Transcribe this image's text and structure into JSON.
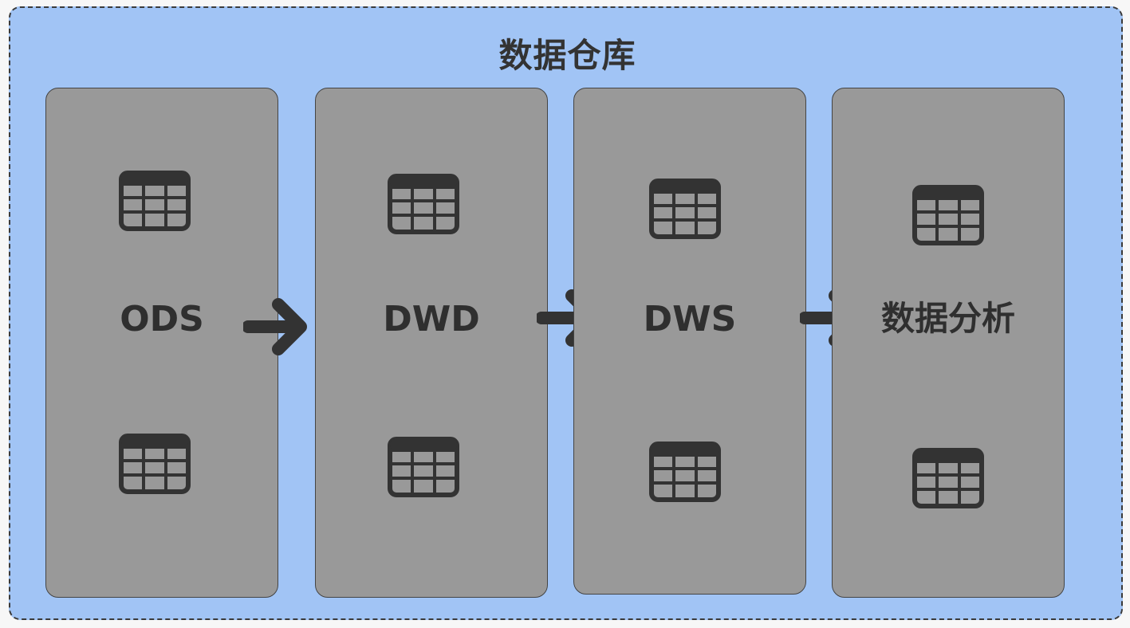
{
  "title": "数据仓库",
  "stages": [
    {
      "label": "ODS",
      "icon": "table-icon"
    },
    {
      "label": "DWD",
      "icon": "table-icon"
    },
    {
      "label": "DWS",
      "icon": "table-icon"
    },
    {
      "label": "数据分析",
      "icon": "table-icon"
    }
  ],
  "connector_icon": "arrow-right-icon",
  "colors": {
    "container_bg": "#a1c4f5",
    "panel_bg": "#999999",
    "text": "#333333",
    "icon": "#333333"
  }
}
